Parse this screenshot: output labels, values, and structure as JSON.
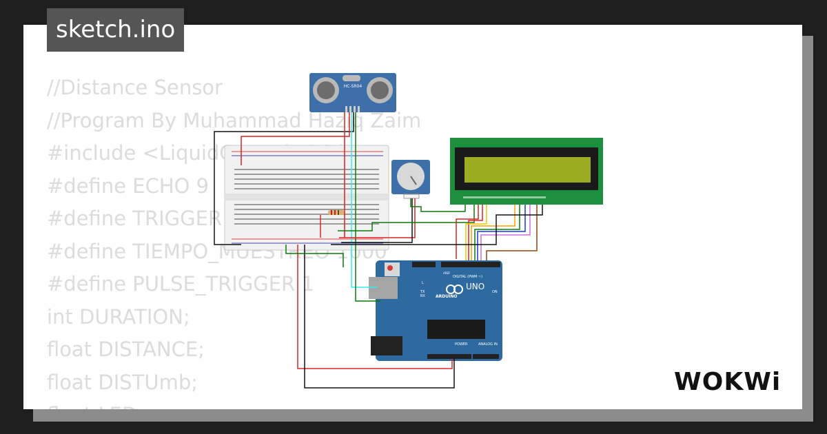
{
  "project": {
    "filename": "sketch.ino"
  },
  "code_lines": [
    "//Distance Sensor",
    "//Program By Muhammad Haziq Zaim",
    "#include <LiquidCrystal_I2C.h>",
    "#define ECHO 9",
    "#define TRIGGER 10",
    "#define TIEMPO_MUESTREO 1000",
    "#define PULSE_TRIGGER 1",
    "int DURATION;",
    "float DISTANCE;",
    "float DISTUmb;",
    "float LED;"
  ],
  "components": {
    "ultrasonic_sensor_label": "HC-SR04",
    "arduino_brand": "ARDUINO",
    "arduino_model": "UNO",
    "arduino_digital_label": "DIGITAL (PWM ~)",
    "arduino_aref": "AREF",
    "arduino_on_led": "ON",
    "arduino_tx": "TX",
    "arduino_rx": "RX",
    "arduino_l": "L",
    "arduino_power_label": "POWER",
    "arduino_analog_label": "ANALOG IN"
  },
  "branding": {
    "logo_text": "WOKWi"
  },
  "colors": {
    "background": "#1e1e1e",
    "card": "#ffffff",
    "title_tab": "#555555",
    "code_text": "#dcdcdc",
    "arduino_board": "#2e6aa0",
    "lcd_pcb": "#1c8f3e",
    "lcd_screen": "#9dad23",
    "sensor_board": "#3d6fa8"
  }
}
